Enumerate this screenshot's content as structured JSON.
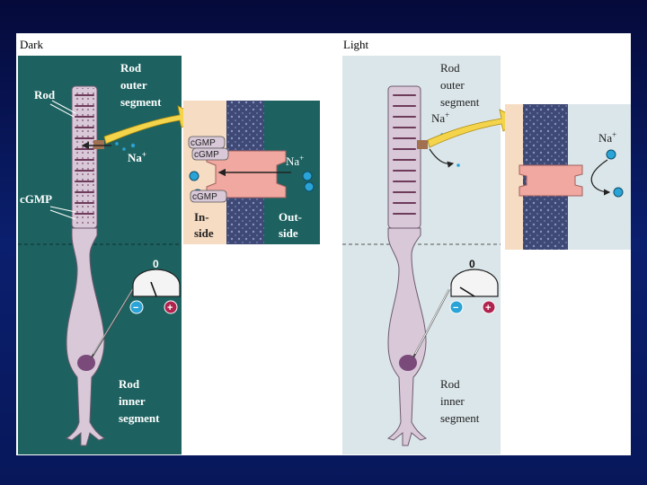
{
  "panels": {
    "dark": {
      "heading": "Dark",
      "rod_label": "Rod",
      "outer_segment_label": [
        "Rod",
        "outer",
        "segment"
      ],
      "sodium_label": "Na",
      "cgmp_label": "cGMP",
      "inner_segment_label": [
        "Rod",
        "inner",
        "segment"
      ],
      "meter_zero": "0",
      "inset": {
        "cgmp_tags": [
          "cGMP",
          "cGMP",
          "cGMP"
        ],
        "sodium_label": "Na",
        "inside_label": [
          "In-",
          "side"
        ],
        "outside_label": [
          "Out-",
          "side"
        ]
      }
    },
    "light": {
      "heading": "Light",
      "outer_segment_label": [
        "Rod",
        "outer",
        "segment"
      ],
      "sodium_label": "Na",
      "inner_segment_label": [
        "Rod",
        "inner",
        "segment"
      ],
      "meter_zero": "0",
      "inset": {
        "sodium_label": "Na"
      }
    }
  },
  "meter_signs": {
    "minus": "−",
    "plus": "+"
  },
  "superscript_plus": "+",
  "colors": {
    "slide_background": "#0a1f6e",
    "dark_panel": "#1d6260",
    "light_panel": "#dbe6ea",
    "cell_body": "#d8c8d8",
    "disc": "#6e3b5a",
    "membrane": "#45507a",
    "channel": "#f0a8a0",
    "inset_inside": "#f6dcc2",
    "sodium_ion": "#2aa3d6"
  }
}
